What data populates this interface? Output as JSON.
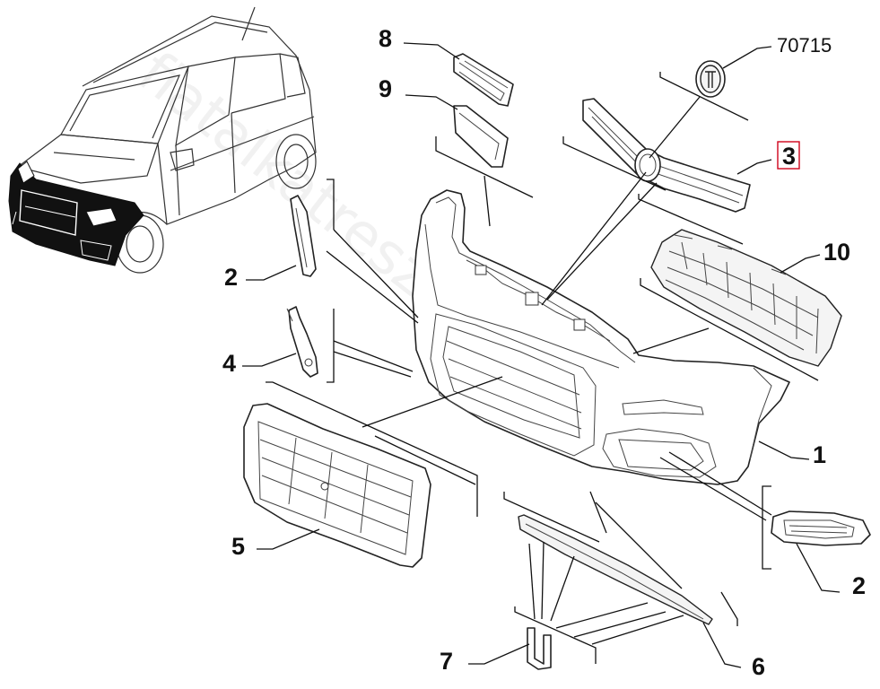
{
  "labels": {
    "l1": "1",
    "l2a": "2",
    "l2b": "2",
    "l3": "3",
    "l4": "4",
    "l5": "5",
    "l6": "6",
    "l7": "7",
    "l8": "8",
    "l9": "9",
    "l10": "10",
    "code": "70715"
  },
  "highlight_color": "#d0021b",
  "watermark": "fiatalkatresz.hu"
}
